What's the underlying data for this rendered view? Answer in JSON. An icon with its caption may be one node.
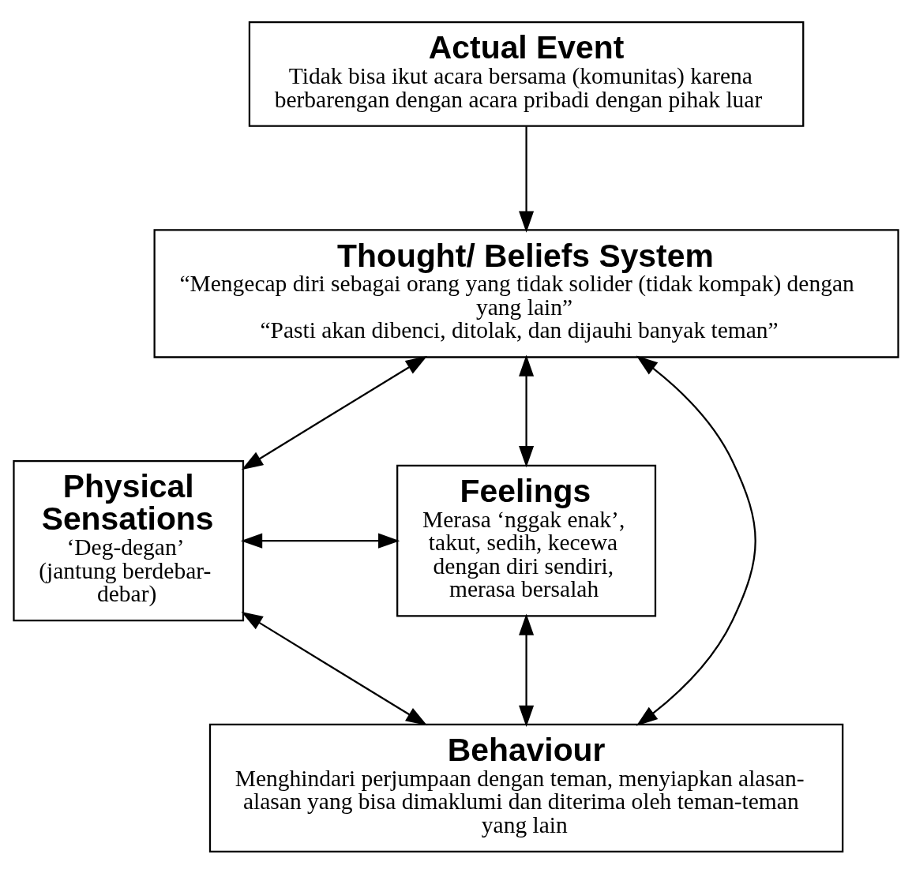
{
  "diagram": {
    "nodes": [
      {
        "text": [
          "Actual Event",
          "Tidak bisa ikut acara bersama (komunitas) karena berbarengan dengan acara pribadi dengan pihak luar"
        ]
      },
      {
        "text": [
          "Thought/ Beliefs System",
          "“Mengecap diri sebagai orang yang tidak solider (tidak kompak) dengan yang lain”",
          "“Pasti akan dibenci, ditolak, dan dijauhi banyak teman”"
        ]
      },
      {
        "text": [
          "Physical Sensations",
          "‘Deg-degan’",
          "(jantung berdebar-debar)"
        ]
      },
      {
        "text": [
          "Feelings",
          "Merasa ‘nggak enak’, takut, sedih, kecewa dengan diri sendiri, merasa bersalah"
        ]
      },
      {
        "text": [
          "Behaviour",
          "Menghindari perjumpaan dengan teman, menyiapkan alasan-alasan yang bisa dimaklumi dan diterima oleh teman-teman yang lain"
        ]
      }
    ],
    "edges": [
      {
        "from": 0,
        "to": 1,
        "arrow": "to"
      },
      {
        "from": 1,
        "to": 2,
        "arrow": "both"
      },
      {
        "from": 1,
        "to": 3,
        "arrow": "both"
      },
      {
        "from": 1,
        "to": 4,
        "arrow": "both"
      },
      {
        "from": 2,
        "to": 3,
        "arrow": "both"
      },
      {
        "from": 2,
        "to": 4,
        "arrow": "both"
      },
      {
        "from": 3,
        "to": 4,
        "arrow": "both"
      }
    ]
  }
}
